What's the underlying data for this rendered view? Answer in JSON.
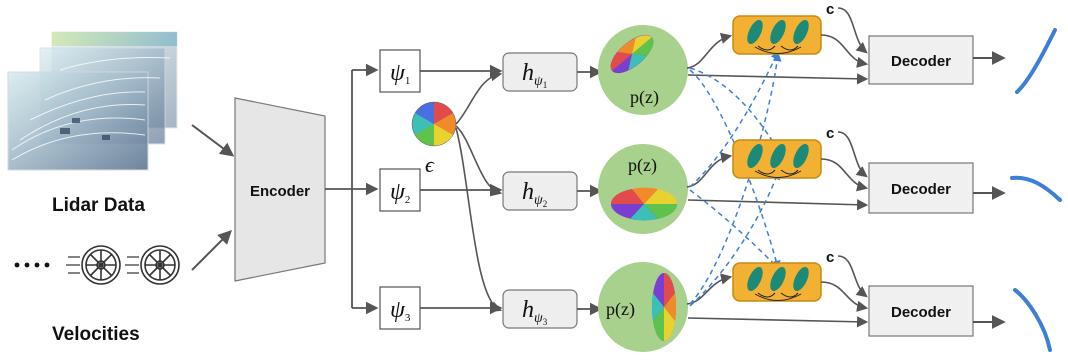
{
  "inputs": {
    "lidar_label": "Lidar Data",
    "velocities_label": "Velocities",
    "velocity_dots": "...."
  },
  "encoder": {
    "label": "Encoder"
  },
  "epsilon": {
    "symbol": "ϵ"
  },
  "branches": [
    {
      "psi_symbol": "ψ",
      "psi_sub": "1",
      "h_symbol": "h",
      "h_sub_symbol": "ψ",
      "h_sub_index": "1",
      "pz_label": "p(z)",
      "condition": "c",
      "decoder_label": "Decoder"
    },
    {
      "psi_symbol": "ψ",
      "psi_sub": "2",
      "h_symbol": "h",
      "h_sub_symbol": "ψ",
      "h_sub_index": "2",
      "pz_label": "p(z)",
      "condition": "c",
      "decoder_label": "Decoder"
    },
    {
      "psi_symbol": "ψ",
      "psi_sub": "3",
      "h_symbol": "h",
      "h_sub_symbol": "ψ",
      "h_sub_index": "3",
      "pz_label": "p(z)",
      "condition": "c",
      "decoder_label": "Decoder"
    }
  ],
  "colors": {
    "line": "#555555",
    "box_border": "#555555",
    "encoder_fill": "#e6e6e6",
    "decoder_fill": "#f0f0f0",
    "h_fill": "#eeeeee",
    "pz_fill": "#a9d18e",
    "model_fill": "#f2b133",
    "model_border": "#c88a12",
    "model_oval": "#1d8a78",
    "dashed": "#3d7fd6",
    "output": "#3d7fd6"
  }
}
